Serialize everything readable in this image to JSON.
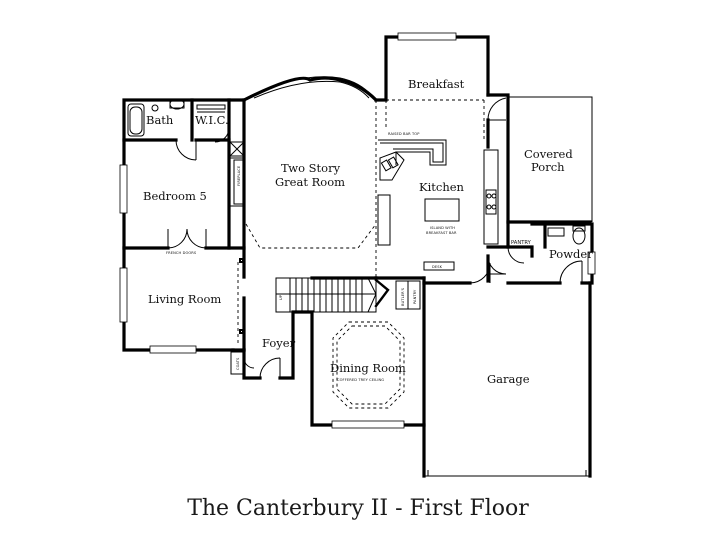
{
  "title": "The Canterbury II - First Floor",
  "rooms": {
    "breakfast": "Breakfast",
    "bath": "Bath",
    "wic": "W.I.C.",
    "great_room_1": "Two Story",
    "great_room_2": "Great Room",
    "kitchen": "Kitchen",
    "covered_porch_1": "Covered",
    "covered_porch_2": "Porch",
    "bedroom": "Bedroom 5",
    "pantry": "PANTRY",
    "powder": "Powder",
    "living_room": "Living Room",
    "foyer": "Foyer",
    "dining_room": "Dining Room",
    "garage": "Garage"
  },
  "notes": {
    "raised_bar_top": "RAISED BAR TOP",
    "fireplace": "FIREPLACE",
    "island_1": "ISLAND WITH",
    "island_2": "BREAKFAST BAR",
    "desk": "DESK",
    "french_doors": "FRENCH DOORS",
    "up": "UP",
    "butlers_pantry_1": "BUTLER'S",
    "butlers_pantry_2": "PANTRY",
    "coats": "COATS",
    "coffered_ceiling": "COFFERED TREY CEILING"
  }
}
